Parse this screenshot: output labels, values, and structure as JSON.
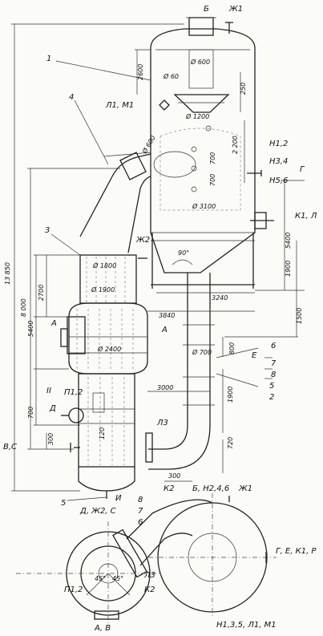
{
  "labels": {
    "nozzle_b": "Б",
    "nozzle_zh1": "Ж1",
    "dim_2600": "2600",
    "dim_d60": "Ø 60",
    "dim_d600_top": "Ø 600",
    "dim_250": "250",
    "dim_d1200": "Ø 1200",
    "lbl_l1m1": "Л1, М1",
    "lbl_n12": "Н1,2",
    "dim_2200": "2 200",
    "dim_700a": "700",
    "dim_700b": "700",
    "lbl_n34": "Н3,4",
    "lbl_g": "Г",
    "lbl_n56": "Н5,6",
    "dim_d3100": "Ø 3100",
    "lbl_kl": "К1, Л",
    "dim_5400r": "5400",
    "dim_1900r": "1900",
    "dim_90": "90°",
    "dim_3240": "3240",
    "dim_3840": "3840",
    "dim_1500": "1500",
    "dim_800": "800",
    "lbl_e": "Е",
    "dim_d700": "Ø 700",
    "dim_1900b": "1900",
    "dim_720": "720",
    "dim_3000": "3000",
    "lbl_l3": "Л3",
    "dim_300": "300",
    "lbl_k2": "К2",
    "dim_13850": "13 850",
    "dim_8000": "8 000",
    "dim_5400l": "5400",
    "dim_2700": "2700",
    "dim_d600_left": "Ø 600",
    "dim_d1800": "Ø 1800",
    "dim_d1900": "Ø 1900",
    "dim_d2400": "Ø 2400",
    "lbl_zh2": "Ж2",
    "lbl_a_left": "А",
    "lbl_a_right": "А",
    "lbl_ii": "II",
    "lbl_p12": "П1,2",
    "lbl_d": "Д",
    "dim_700l": "700",
    "dim_300l": "300",
    "dim_120": "120",
    "lbl_vs": "В,С",
    "lbl_i": "И",
    "lbl_dzh2c": "Д, Ж2, С",
    "num_1": "1",
    "num_2": "2",
    "num_3": "3",
    "num_4": "4",
    "num_5a": "5",
    "num_5b": "5",
    "num_6a": "6",
    "num_7a": "7",
    "num_8a": "8",
    "num_6b": "6",
    "num_7b": "7",
    "num_8b": "8",
    "plan_top": "Б, Н2,4,6",
    "plan_zh1": "Ж1",
    "plan_right": "Г, Е, К1, Р",
    "plan_bottom": "Н1,3,5, Л1, М1",
    "plan_p12": "П1,2",
    "plan_l3": "Л3",
    "plan_k2": "К2",
    "plan_ab": "А, В",
    "plan_45a": "45°",
    "plan_45b": "45°"
  }
}
